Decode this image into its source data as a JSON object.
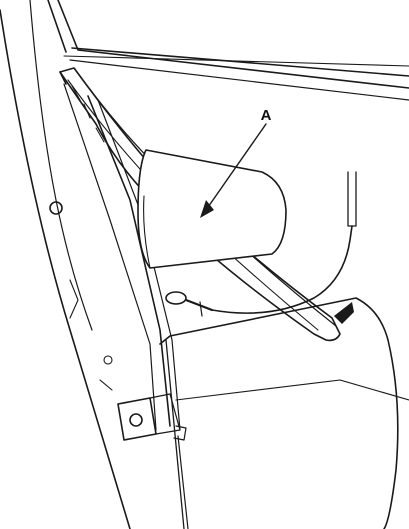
{
  "diagram": {
    "callout": "A",
    "colors": {
      "line": "#1a1a1a",
      "background": "#ffffff",
      "mirror_shade": "#ffffff"
    },
    "parts": [
      "a-pillar-trim",
      "windshield-edge",
      "door-mirror",
      "mirror-harness",
      "door-panel",
      "mounting-bracket",
      "direction-arrow"
    ]
  }
}
